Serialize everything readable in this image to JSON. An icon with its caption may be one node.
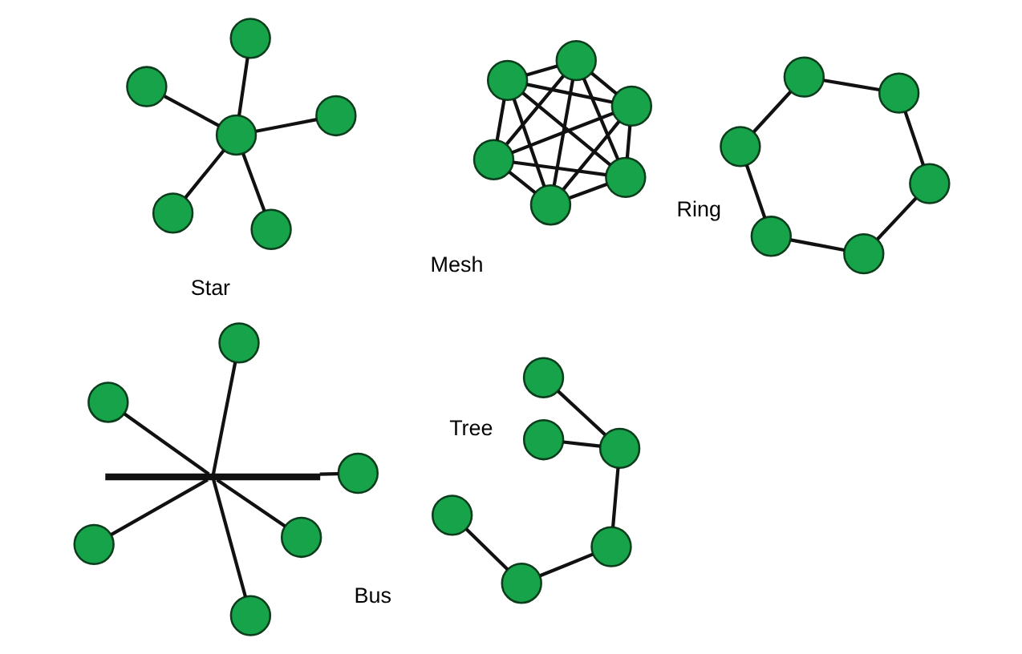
{
  "diagram": {
    "nodes": [
      {
        "text": [],
        "shape": "circle"
      },
      {
        "text": [],
        "shape": "circle"
      },
      {
        "text": [],
        "shape": "circle"
      },
      {
        "text": [],
        "shape": "circle"
      },
      {
        "text": [],
        "shape": "circle"
      },
      {
        "text": [],
        "shape": "circle"
      },
      {
        "text": [],
        "shape": "circle"
      },
      {
        "text": [],
        "shape": "circle"
      },
      {
        "text": [],
        "shape": "circle"
      },
      {
        "text": [],
        "shape": "circle"
      },
      {
        "text": [],
        "shape": "circle"
      },
      {
        "text": [],
        "shape": "circle"
      },
      {
        "text": [],
        "shape": "circle"
      },
      {
        "text": [],
        "shape": "circle"
      },
      {
        "text": [],
        "shape": "circle"
      },
      {
        "text": [],
        "shape": "circle"
      },
      {
        "text": [],
        "shape": "circle"
      },
      {
        "text": [],
        "shape": "circle"
      },
      {
        "text": [],
        "shape": "circle"
      },
      {
        "text": [],
        "shape": "circle"
      },
      {
        "text": [],
        "shape": "circle"
      },
      {
        "text": [],
        "shape": "bar"
      },
      {
        "text": [],
        "shape": "circle"
      },
      {
        "text": [],
        "shape": "circle"
      },
      {
        "text": [],
        "shape": "circle"
      },
      {
        "text": [],
        "shape": "circle"
      },
      {
        "text": [],
        "shape": "circle"
      },
      {
        "text": [],
        "shape": "circle"
      },
      {
        "text": [],
        "shape": "circle"
      },
      {
        "text": [],
        "shape": "circle"
      },
      {
        "text": [],
        "shape": "circle"
      }
    ],
    "edges": [
      {
        "from": 2,
        "to": 0,
        "arrow": "none"
      },
      {
        "from": 2,
        "to": 1,
        "arrow": "none"
      },
      {
        "from": 2,
        "to": 3,
        "arrow": "none"
      },
      {
        "from": 2,
        "to": 4,
        "arrow": "none"
      },
      {
        "from": 2,
        "to": 5,
        "arrow": "none"
      },
      {
        "from": 6,
        "to": 7,
        "arrow": "none"
      },
      {
        "from": 6,
        "to": 8,
        "arrow": "none"
      },
      {
        "from": 6,
        "to": 9,
        "arrow": "none"
      },
      {
        "from": 6,
        "to": 10,
        "arrow": "none"
      },
      {
        "from": 6,
        "to": 11,
        "arrow": "none"
      },
      {
        "from": 7,
        "to": 8,
        "arrow": "none"
      },
      {
        "from": 7,
        "to": 9,
        "arrow": "none"
      },
      {
        "from": 7,
        "to": 10,
        "arrow": "none"
      },
      {
        "from": 7,
        "to": 11,
        "arrow": "none"
      },
      {
        "from": 8,
        "to": 9,
        "arrow": "none"
      },
      {
        "from": 8,
        "to": 10,
        "arrow": "none"
      },
      {
        "from": 8,
        "to": 11,
        "arrow": "none"
      },
      {
        "from": 9,
        "to": 10,
        "arrow": "none"
      },
      {
        "from": 9,
        "to": 11,
        "arrow": "none"
      },
      {
        "from": 10,
        "to": 11,
        "arrow": "none"
      },
      {
        "from": 12,
        "to": 13,
        "arrow": "none"
      },
      {
        "from": 13,
        "to": 15,
        "arrow": "none"
      },
      {
        "from": 15,
        "to": 17,
        "arrow": "none"
      },
      {
        "from": 17,
        "to": 16,
        "arrow": "none"
      },
      {
        "from": 16,
        "to": 14,
        "arrow": "none"
      },
      {
        "from": 14,
        "to": 12,
        "arrow": "none"
      },
      {
        "from": 21,
        "to": 18,
        "arrow": "none"
      },
      {
        "from": 21,
        "to": 19,
        "arrow": "none"
      },
      {
        "from": 21,
        "to": 20,
        "arrow": "none"
      },
      {
        "from": 21,
        "to": 22,
        "arrow": "none"
      },
      {
        "from": 21,
        "to": 23,
        "arrow": "none"
      },
      {
        "from": 21,
        "to": 24,
        "arrow": "none"
      },
      {
        "from": 25,
        "to": 26,
        "arrow": "none"
      },
      {
        "from": 25,
        "to": 27,
        "arrow": "none"
      },
      {
        "from": 26,
        "to": 28,
        "arrow": "none"
      },
      {
        "from": 26,
        "to": 29,
        "arrow": "none"
      },
      {
        "from": 27,
        "to": 30,
        "arrow": "none"
      }
    ],
    "labels": [
      "Star",
      "Mesh",
      "Ring",
      "Bus",
      "Tree"
    ]
  }
}
